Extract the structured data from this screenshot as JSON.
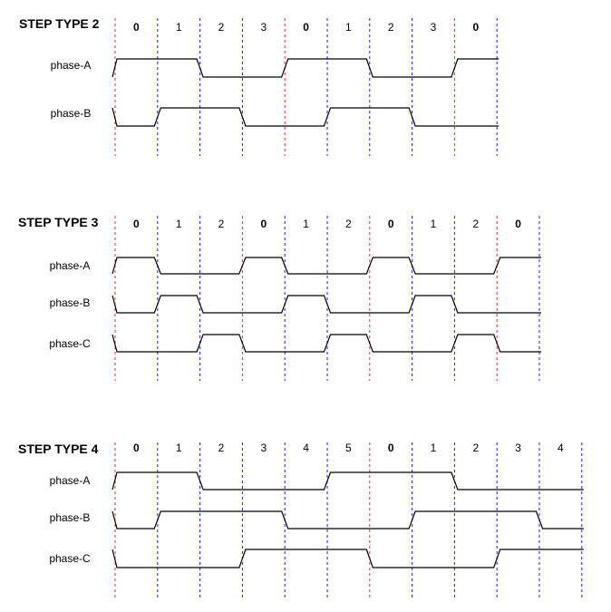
{
  "colors": {
    "reset_line": "#e03030",
    "step_line": "#2020d0",
    "waveform": "#000000"
  },
  "diagrams": [
    {
      "title": "STEP TYPE 2",
      "step_labels": [
        "0",
        "1",
        "2",
        "3",
        "0",
        "1",
        "2",
        "3",
        "0"
      ],
      "phases": [
        {
          "name": "phase-A",
          "levels": [
            1,
            1,
            0,
            0,
            1,
            1,
            0,
            0,
            1
          ]
        },
        {
          "name": "phase-B",
          "levels": [
            0,
            1,
            1,
            0,
            0,
            1,
            1,
            0,
            0
          ]
        }
      ]
    },
    {
      "title": "STEP TYPE 3",
      "step_labels": [
        "0",
        "1",
        "2",
        "0",
        "1",
        "2",
        "0",
        "1",
        "2",
        "0"
      ],
      "phases": [
        {
          "name": "phase-A",
          "levels": [
            1,
            0,
            0,
            1,
            0,
            0,
            1,
            0,
            0,
            1
          ]
        },
        {
          "name": "phase-B",
          "levels": [
            0,
            1,
            0,
            0,
            1,
            0,
            0,
            1,
            0,
            0
          ]
        },
        {
          "name": "phase-C",
          "levels": [
            0,
            0,
            1,
            0,
            0,
            1,
            0,
            0,
            1,
            0
          ]
        }
      ]
    },
    {
      "title": "STEP TYPE 4",
      "step_labels": [
        "0",
        "1",
        "2",
        "3",
        "4",
        "5",
        "0",
        "1",
        "2",
        "3",
        "4"
      ],
      "phases": [
        {
          "name": "phase-A",
          "levels": [
            1,
            1,
            0,
            0,
            0,
            1,
            1,
            1,
            0,
            0,
            0
          ]
        },
        {
          "name": "phase-B",
          "levels": [
            0,
            1,
            1,
            1,
            0,
            0,
            0,
            1,
            1,
            1,
            0
          ]
        },
        {
          "name": "phase-C",
          "levels": [
            0,
            0,
            0,
            1,
            1,
            1,
            0,
            0,
            0,
            1,
            1
          ]
        }
      ]
    }
  ]
}
